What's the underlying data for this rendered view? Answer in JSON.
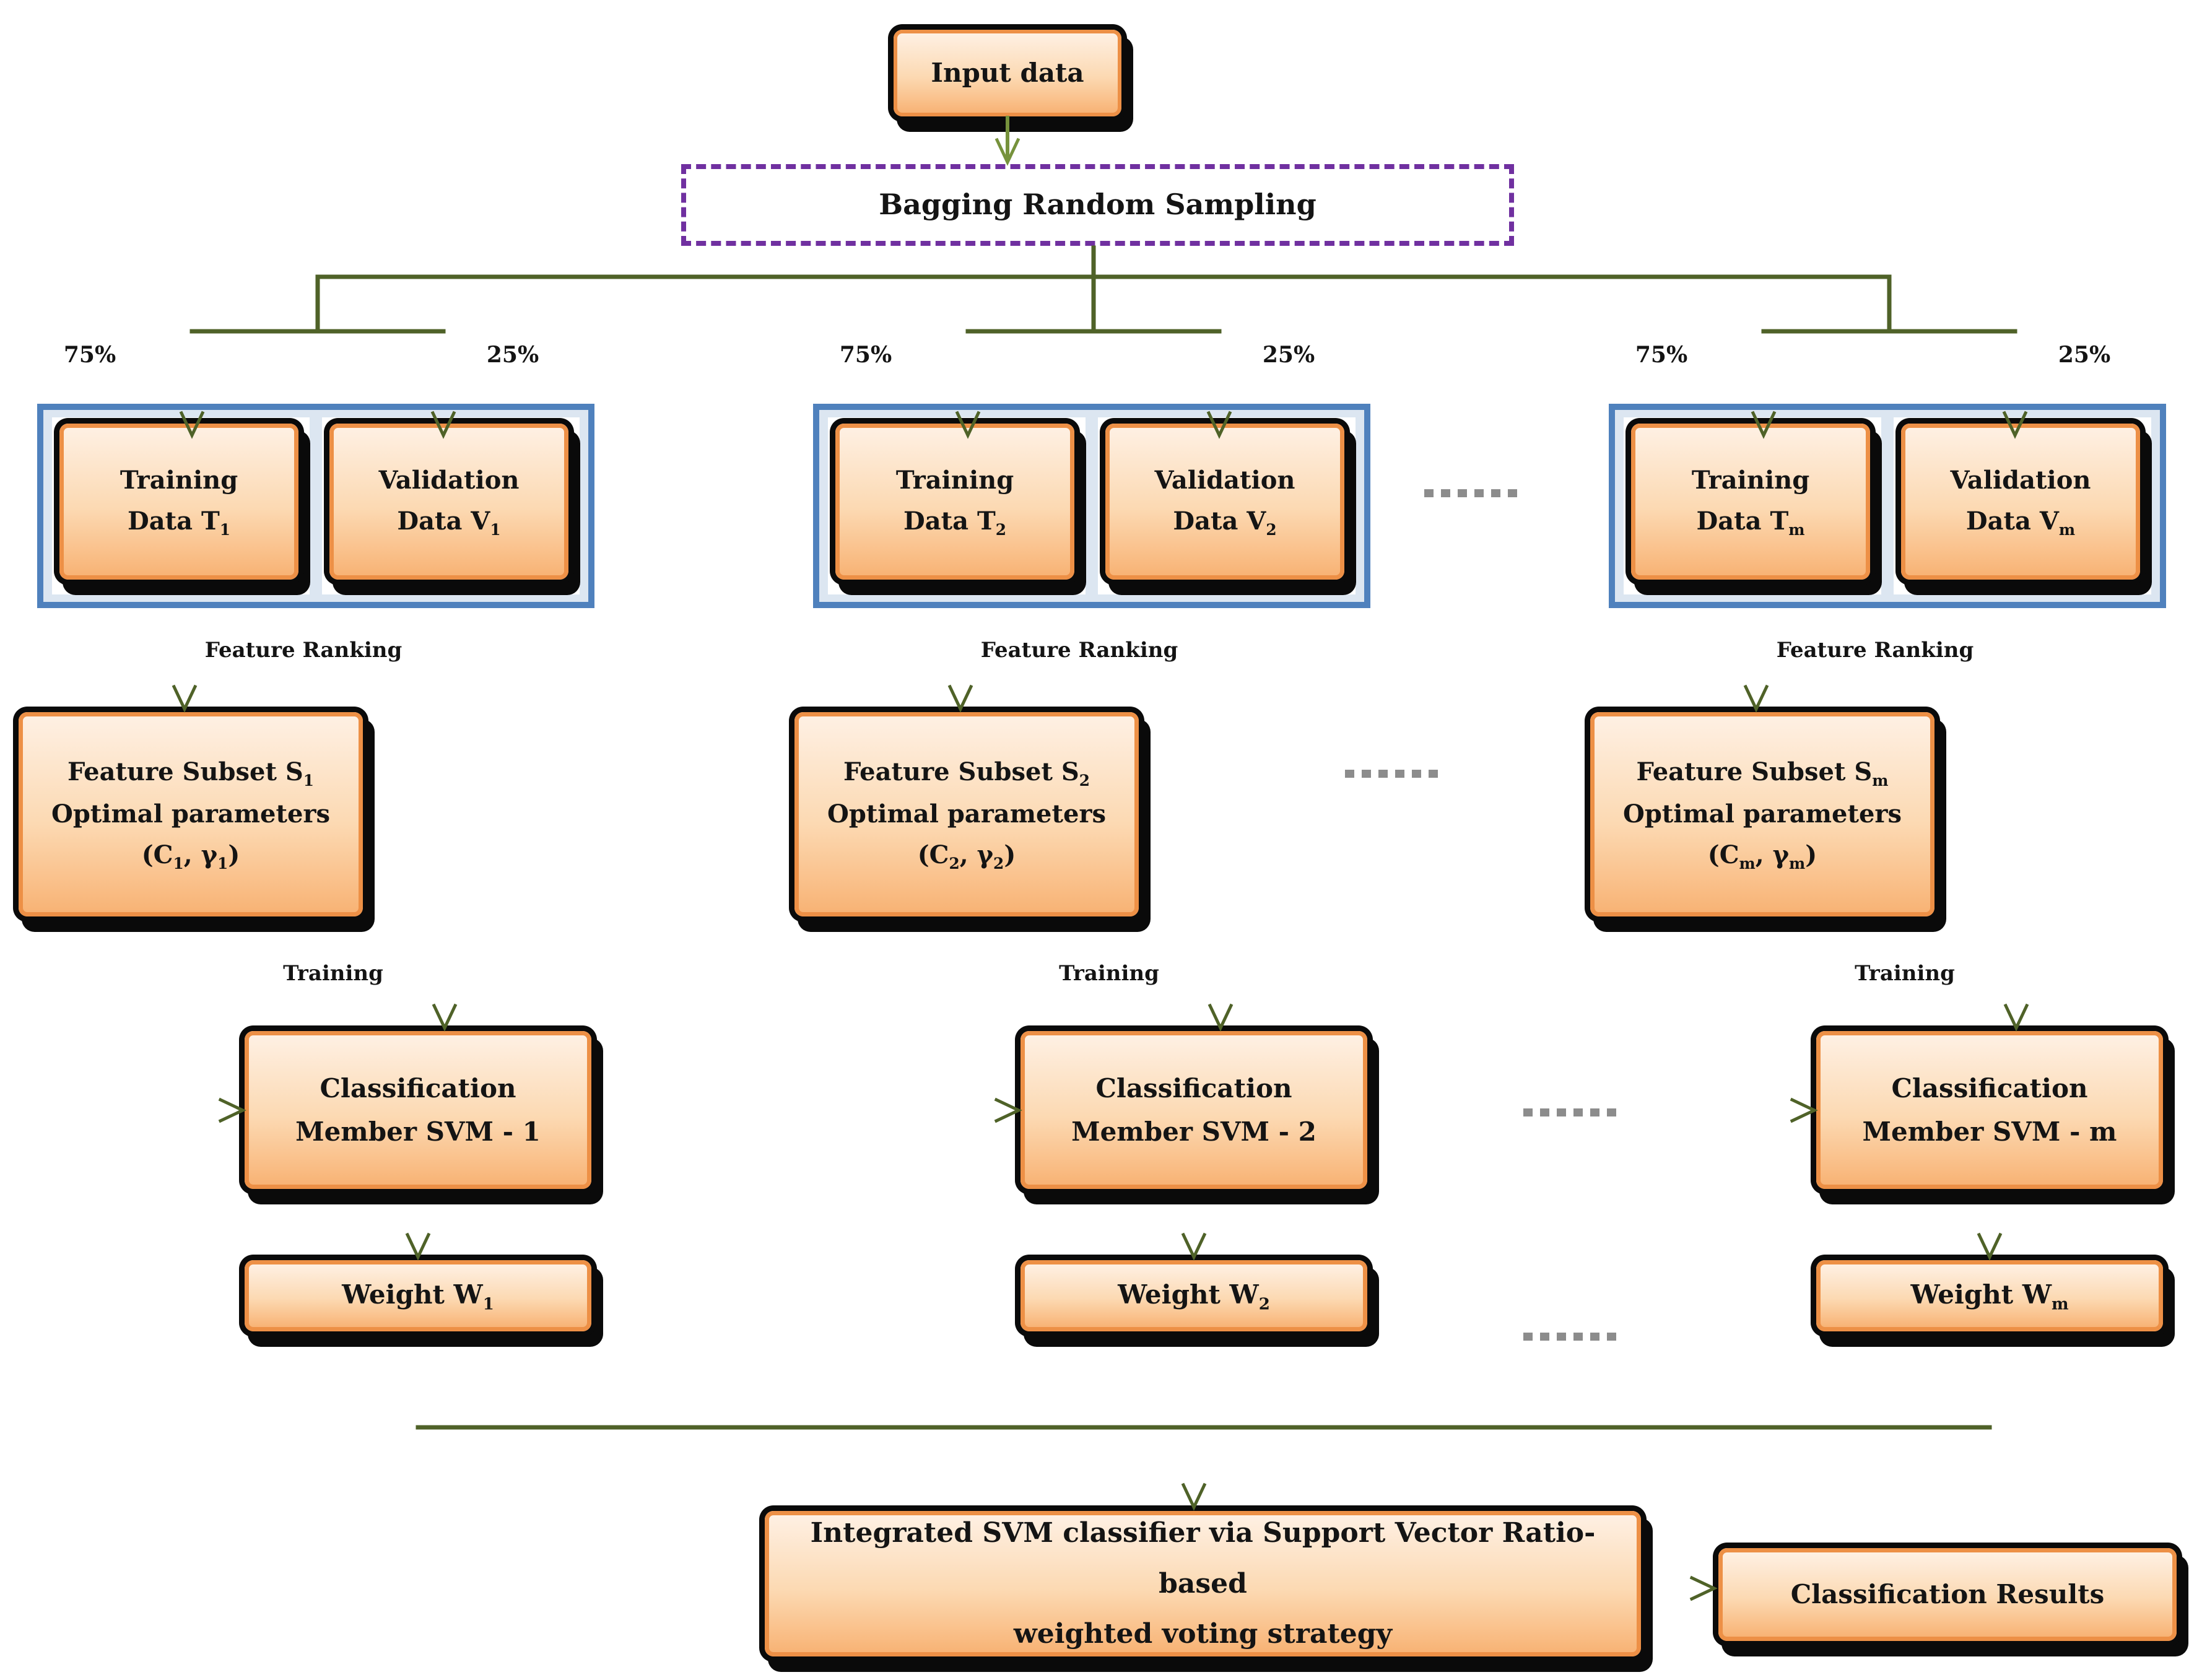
{
  "colors": {
    "arrow_green": "#4F6228",
    "arrow_light_green": "#76923C",
    "purple_dashed": "#7030A0",
    "container_border": "#4F81BD",
    "container_fill": "#DCE6F1",
    "box_border_orange": "#ED9046",
    "box_fill_top": "#FEF0E3",
    "box_fill_bottom": "#F8B375",
    "frame_black": "#0A0A0A",
    "dots_gray": "#8C8C8C",
    "text": "#141414"
  },
  "top": {
    "input_label": "Input data",
    "bagging_label": "Bagging Random Sampling"
  },
  "columns": [
    {
      "train_split": "75%",
      "val_split": "25%",
      "training_line1": "Training",
      "training_line2_base": "Data T",
      "validation_line1": "Validation",
      "validation_line2_base": "Data V",
      "subscript": "1",
      "feature_ranking_label": "Feature Ranking",
      "feature_line1_base": "Feature Subset S",
      "feature_line2": "Optimal parameters",
      "params_open": "(C",
      "params_sep": ", γ",
      "params_close": ")",
      "training_label": "Training",
      "classification_line1": "Classification",
      "classification_line2": "Member SVM - 1",
      "weight_base": "Weight W"
    },
    {
      "train_split": "75%",
      "val_split": "25%",
      "training_line1": "Training",
      "training_line2_base": "Data T",
      "validation_line1": "Validation",
      "validation_line2_base": "Data V",
      "subscript": "2",
      "feature_ranking_label": "Feature Ranking",
      "feature_line1_base": "Feature Subset S",
      "feature_line2": "Optimal parameters",
      "params_open": "(C",
      "params_sep": ", γ",
      "params_close": ")",
      "training_label": "Training",
      "classification_line1": "Classification",
      "classification_line2": "Member SVM - 2",
      "weight_base": "Weight W"
    },
    {
      "train_split": "75%",
      "val_split": "25%",
      "training_line1": "Training",
      "training_line2_base": "Data T",
      "validation_line1": "Validation",
      "validation_line2_base": "Data V",
      "subscript": "m",
      "feature_ranking_label": "Feature Ranking",
      "feature_line1_base": "Feature Subset S",
      "feature_line2": "Optimal parameters",
      "params_open": "(C",
      "params_sep": ", γ",
      "params_close": ")",
      "training_label": "Training",
      "classification_line1": "Classification",
      "classification_line2": "Member SVM - m",
      "weight_base": "Weight W"
    }
  ],
  "bottom": {
    "integrated_line1": "Integrated SVM classifier via Support Vector Ratio-based",
    "integrated_line2": "weighted voting strategy",
    "results_label": "Classification Results"
  }
}
